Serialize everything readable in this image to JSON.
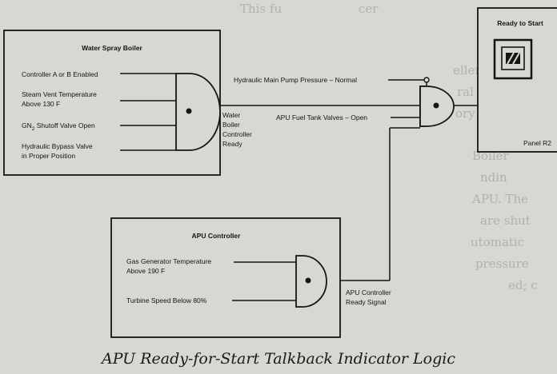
{
  "diagram": {
    "caption": "APU Ready-for-Start Talkback Indicator Logic",
    "water_spray_boiler": {
      "title": "Water Spray Boiler",
      "inputs": [
        "Controller A or B Enabled",
        "Steam Vent Temperature",
        "Above 130  F",
        "GN",
        "2",
        " Shutoff Valve Open",
        "Hydraulic Bypass Valve",
        "in Proper Position"
      ],
      "output": [
        "Water",
        "Boiler",
        "Controller",
        "Ready"
      ]
    },
    "main_gate_inputs": {
      "hydraulic_pressure": "Hydraulic Main Pump Pressure – Normal",
      "fuel_valves": "APU Fuel Tank Valves – Open"
    },
    "apu_controller": {
      "title": "APU Controller",
      "inputs": [
        "Gas Generator Temperature",
        "Above 190  F",
        "Turbine Speed Below 80%"
      ],
      "output": [
        "APU Controller",
        "Ready Signal"
      ]
    },
    "indicator": {
      "title": "Ready to Start",
      "panel": "Panel R2"
    }
  },
  "background_text": [
    "This fu",
    "cer",
    "eller",
    "ral",
    "ory",
    "Boiler",
    "ndin",
    "APU. The",
    "are shut",
    "utomatic",
    "pressure",
    "ed; c"
  ],
  "colors": {
    "paper": "#d9d7d2",
    "ink": "#151515",
    "faint_text": "#b3b1ac"
  }
}
